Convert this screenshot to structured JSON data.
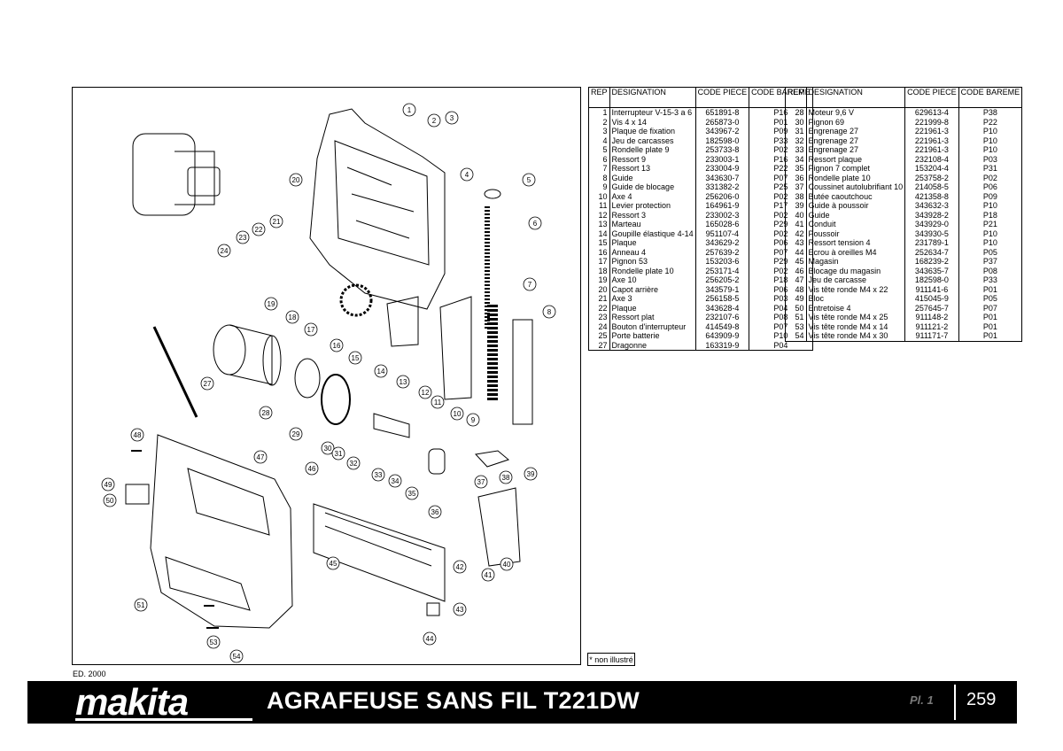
{
  "edition": "ED. 2000",
  "note": "* non illustré",
  "brand": "makita",
  "title": "AGRAFEUSE SANS FIL T221DW",
  "plate": "Pl. 1",
  "page_number": "259",
  "headers": {
    "rep": "REP",
    "designation": "DESIGNATION",
    "code": "CODE PIECE",
    "bareme": "CODE BAREME"
  },
  "left_rows": [
    {
      "rep": "1",
      "des": "Interrupteur V-15-3 a 6",
      "code": "651891-8",
      "bareme": "P16"
    },
    {
      "rep": "2",
      "des": "Vis 4 x 14",
      "code": "265873-0",
      "bareme": "P01"
    },
    {
      "rep": "3",
      "des": "Plaque de fixation",
      "code": "343967-2",
      "bareme": "P09"
    },
    {
      "rep": "4",
      "des": "Jeu de carcasses",
      "code": "182598-0",
      "bareme": "P33"
    },
    {
      "rep": "5",
      "des": "Rondelle plate 9",
      "code": "253733-8",
      "bareme": "P02"
    },
    {
      "rep": "6",
      "des": "Ressort 9",
      "code": "233003-1",
      "bareme": "P16"
    },
    {
      "rep": "7",
      "des": "Ressort 13",
      "code": "233004-9",
      "bareme": "P22"
    },
    {
      "rep": "8",
      "des": "Guide",
      "code": "343630-7",
      "bareme": "P07"
    },
    {
      "rep": "9",
      "des": "Guide de blocage",
      "code": "331382-2",
      "bareme": "P25"
    },
    {
      "rep": "10",
      "des": "Axe 4",
      "code": "256206-0",
      "bareme": "P02"
    },
    {
      "rep": "11",
      "des": "Levier protection",
      "code": "164961-9",
      "bareme": "P17"
    },
    {
      "rep": "12",
      "des": "Ressort 3",
      "code": "233002-3",
      "bareme": "P02"
    },
    {
      "rep": "13",
      "des": "Marteau",
      "code": "165028-6",
      "bareme": "P29"
    },
    {
      "rep": "14",
      "des": "Goupille élastique 4-14",
      "code": "951107-4",
      "bareme": "P02"
    },
    {
      "rep": "15",
      "des": "Plaque",
      "code": "343629-2",
      "bareme": "P06"
    },
    {
      "rep": "16",
      "des": "Anneau 4",
      "code": "257639-2",
      "bareme": "P07"
    },
    {
      "rep": "17",
      "des": "Pignon 53",
      "code": "153203-6",
      "bareme": "P29"
    },
    {
      "rep": "18",
      "des": "Rondelle plate 10",
      "code": "253171-4",
      "bareme": "P02"
    },
    {
      "rep": "19",
      "des": "Axe 10",
      "code": "256205-2",
      "bareme": "P18"
    },
    {
      "rep": "20",
      "des": "Capot arrière",
      "code": "343579-1",
      "bareme": "P06"
    },
    {
      "rep": "21",
      "des": "Axe 3",
      "code": "256158-5",
      "bareme": "P03"
    },
    {
      "rep": "22",
      "des": "Plaque",
      "code": "343628-4",
      "bareme": "P04"
    },
    {
      "rep": "23",
      "des": "Ressort plat",
      "code": "232107-6",
      "bareme": "P08"
    },
    {
      "rep": "24",
      "des": "Bouton d'interrupteur",
      "code": "414549-8",
      "bareme": "P07"
    },
    {
      "rep": "25",
      "des": "Porte batterie",
      "code": "643909-9",
      "bareme": "P10"
    },
    {
      "rep": "27",
      "des": "Dragonne",
      "code": "163319-9",
      "bareme": "P04"
    }
  ],
  "right_rows": [
    {
      "rep": "28",
      "des": "Moteur 9,6 V",
      "code": "629613-4",
      "bareme": "P38"
    },
    {
      "rep": "30",
      "des": "Pignon 69",
      "code": "221999-8",
      "bareme": "P22"
    },
    {
      "rep": "31",
      "des": "Engrenage 27",
      "code": "221961-3",
      "bareme": "P10"
    },
    {
      "rep": "32",
      "des": "Engrenage 27",
      "code": "221961-3",
      "bareme": "P10"
    },
    {
      "rep": "33",
      "des": "Engrenage 27",
      "code": "221961-3",
      "bareme": "P10"
    },
    {
      "rep": "34",
      "des": "Ressort plaque",
      "code": "232108-4",
      "bareme": "P03"
    },
    {
      "rep": "35",
      "des": "Pignon 7 complet",
      "code": "153204-4",
      "bareme": "P31"
    },
    {
      "rep": "36",
      "des": "Rondelle plate 10",
      "code": "253758-2",
      "bareme": "P02"
    },
    {
      "rep": "37",
      "des": "Coussinet autolubrifiant 10",
      "code": "214058-5",
      "bareme": "P06"
    },
    {
      "rep": "38",
      "des": "Butée caoutchouc",
      "code": "421358-8",
      "bareme": "P09"
    },
    {
      "rep": "39",
      "des": "Guide à poussoir",
      "code": "343632-3",
      "bareme": "P10"
    },
    {
      "rep": "40",
      "des": "Guide",
      "code": "343928-2",
      "bareme": "P18"
    },
    {
      "rep": "41",
      "des": "Conduit",
      "code": "343929-0",
      "bareme": "P21"
    },
    {
      "rep": "42",
      "des": "Poussoir",
      "code": "343930-5",
      "bareme": "P10"
    },
    {
      "rep": "43",
      "des": "Ressort tension 4",
      "code": "231789-1",
      "bareme": "P10"
    },
    {
      "rep": "44",
      "des": "Ecrou à oreilles M4",
      "code": "252634-7",
      "bareme": "P05"
    },
    {
      "rep": "45",
      "des": "Magasin",
      "code": "168239-2",
      "bareme": "P37"
    },
    {
      "rep": "46",
      "des": "Blocage du magasin",
      "code": "343635-7",
      "bareme": "P08"
    },
    {
      "rep": "47",
      "des": "Jeu de carcasse",
      "code": "182598-0",
      "bareme": "P33"
    },
    {
      "rep": "48",
      "des": "Vis tête ronde M4 x 22",
      "code": "911141-6",
      "bareme": "P01"
    },
    {
      "rep": "49",
      "des": "Bloc",
      "code": "415045-9",
      "bareme": "P05"
    },
    {
      "rep": "50",
      "des": "Entretoise 4",
      "code": "257645-7",
      "bareme": "P07"
    },
    {
      "rep": "51",
      "des": "Vis tête ronde M4 x 25",
      "code": "911148-2",
      "bareme": "P01"
    },
    {
      "rep": "53",
      "des": "Vis tête ronde M4 x 14",
      "code": "911121-2",
      "bareme": "P01"
    },
    {
      "rep": "54",
      "des": "Vis tête ronde M4 x 30",
      "code": "911171-7",
      "bareme": "P01"
    }
  ],
  "callouts": [
    "1",
    "2",
    "3",
    "4",
    "5",
    "6",
    "7",
    "8",
    "9",
    "10",
    "11",
    "12",
    "13",
    "14",
    "15",
    "16",
    "17",
    "18",
    "19",
    "20",
    "21",
    "22",
    "23",
    "24",
    "27",
    "28",
    "29",
    "30",
    "31",
    "32",
    "33",
    "34",
    "35",
    "36",
    "37",
    "38",
    "39",
    "40",
    "41",
    "42",
    "43",
    "44",
    "45",
    "46",
    "47",
    "48",
    "49",
    "50",
    "51",
    "53",
    "54"
  ]
}
